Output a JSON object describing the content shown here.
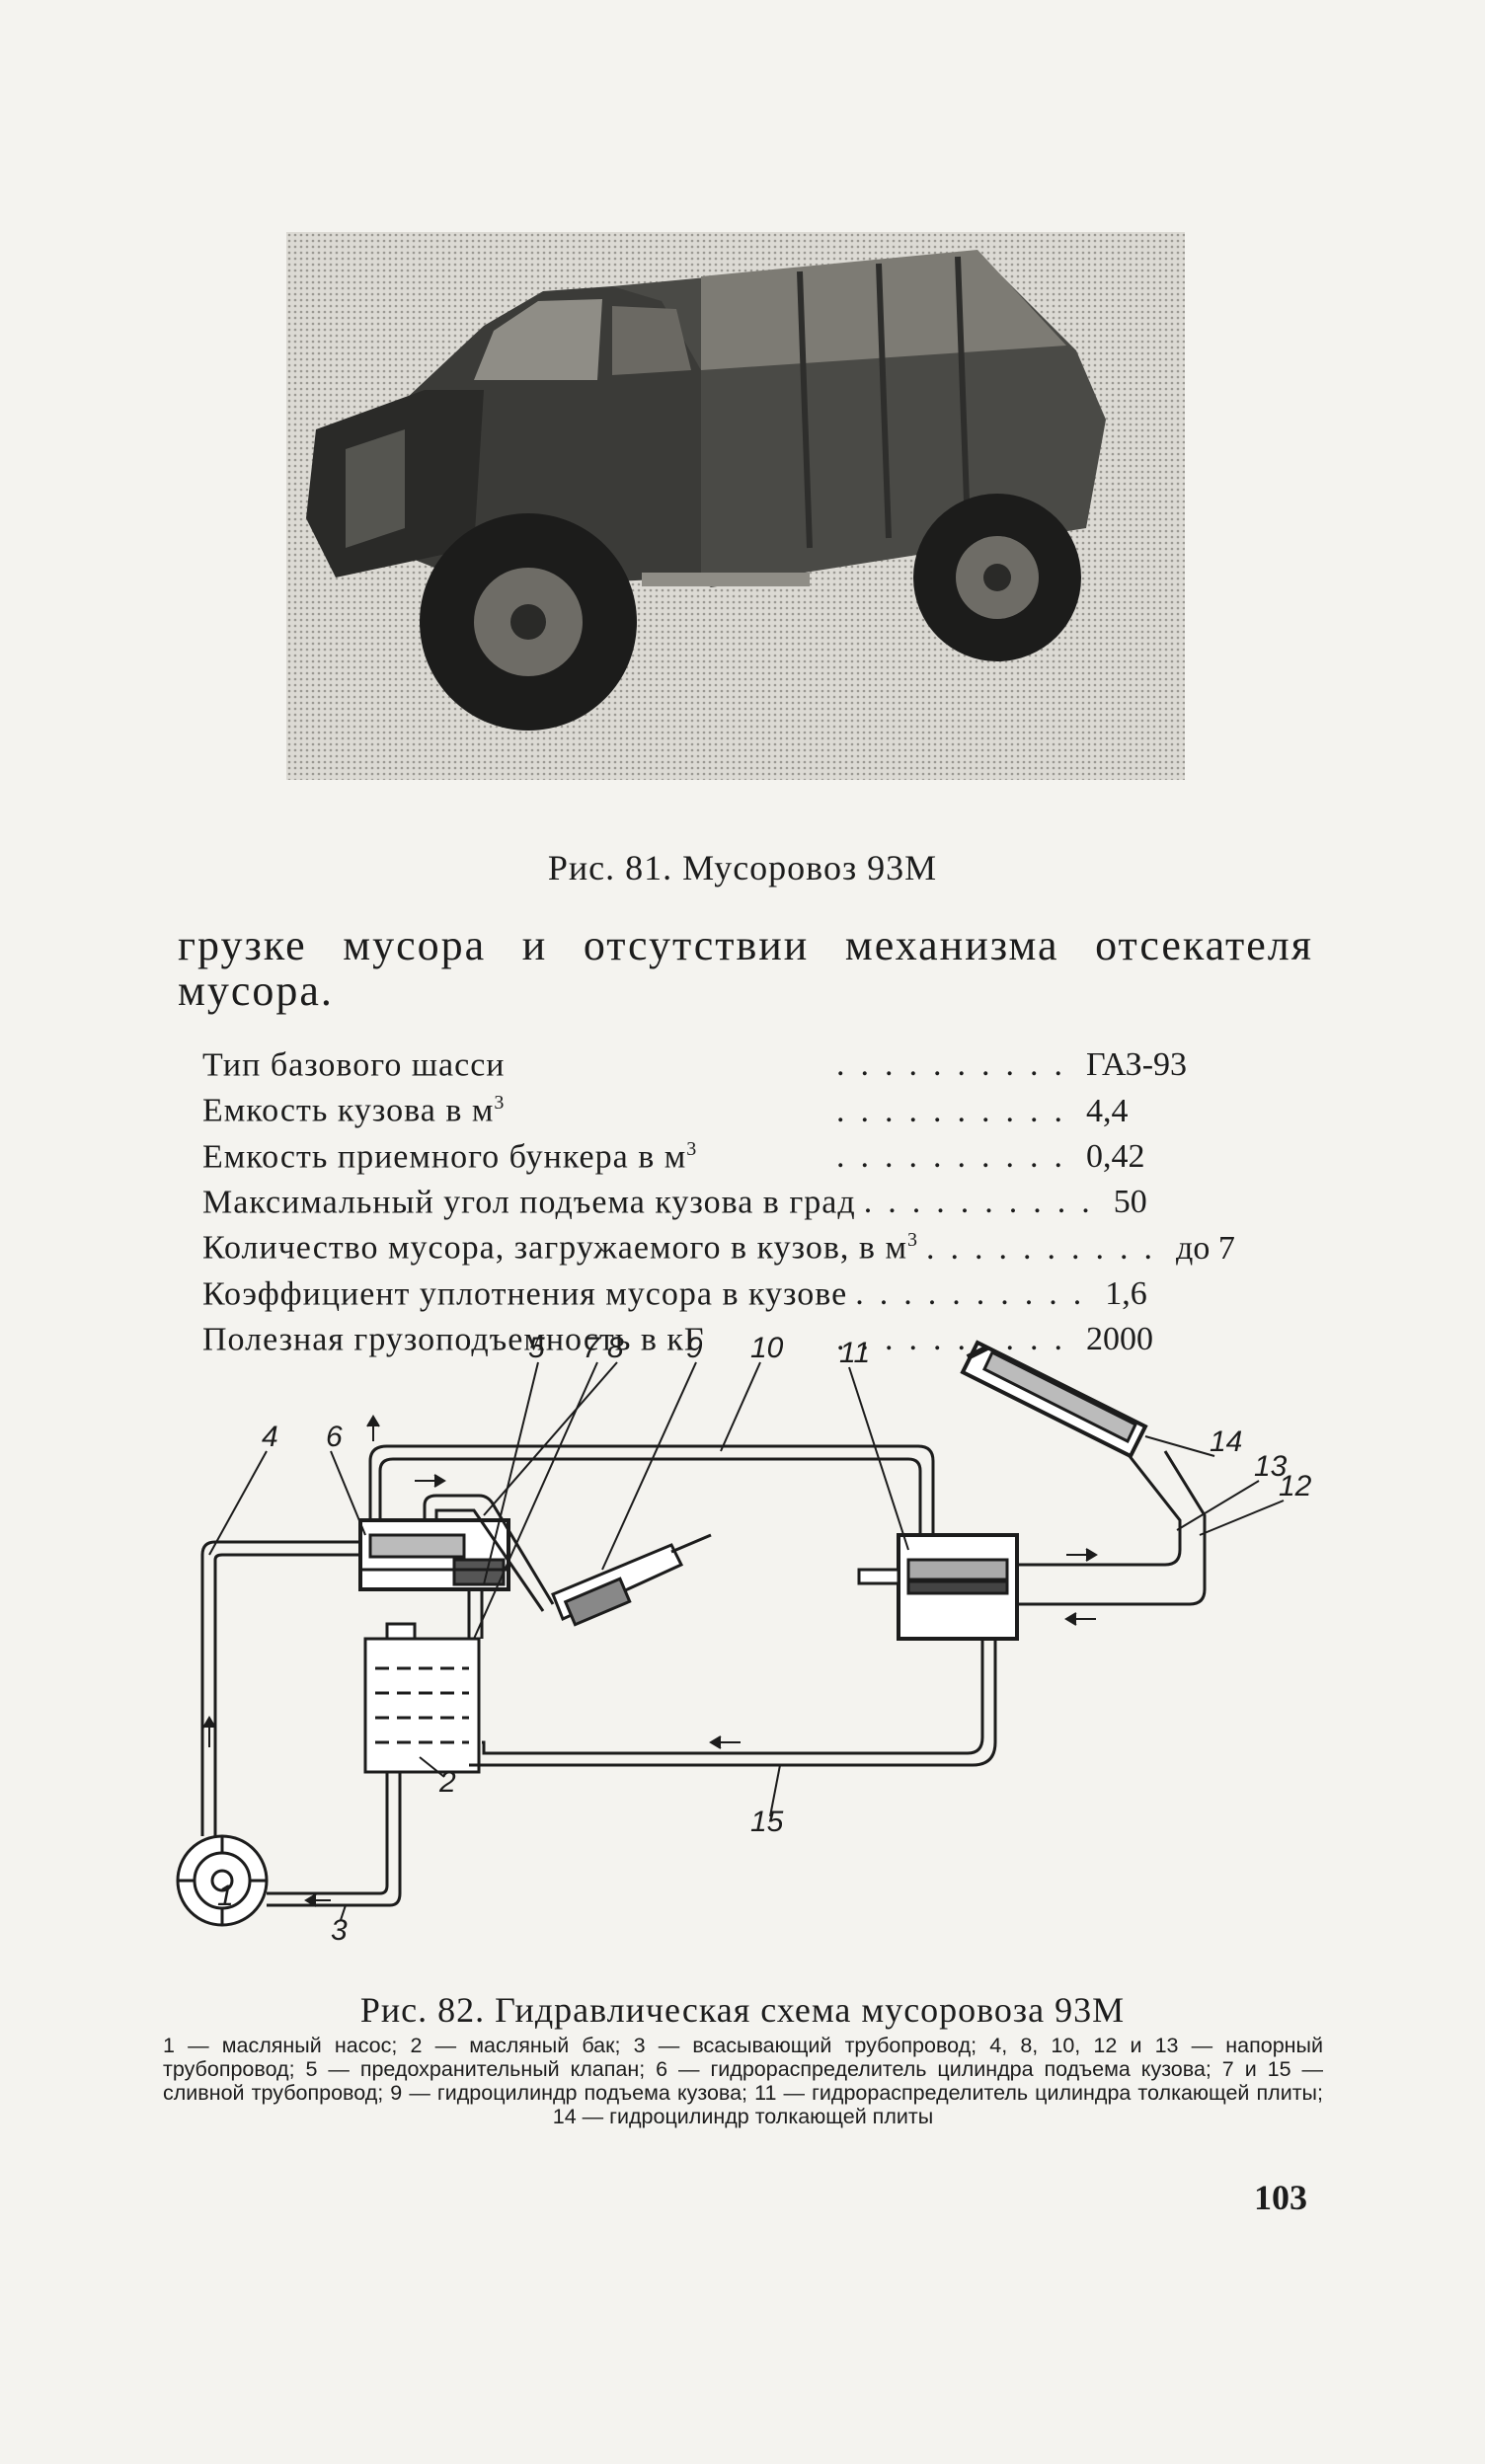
{
  "figure81": {
    "caption": "Рис. 81. Мусоровоз 93М"
  },
  "body_text": {
    "line1_words": [
      "грузке",
      "мусора",
      "и",
      "отсутствии",
      "механизма",
      "отсекателя"
    ],
    "line2": "мусора."
  },
  "specs": [
    {
      "label": "Тип базового шасси",
      "unit": "",
      "value": "ГАЗ-93"
    },
    {
      "label": "Емкость кузова в м",
      "unit": "3",
      "value": "4,4"
    },
    {
      "label": "Емкость приемного бункера в м",
      "unit": "3",
      "value": "0,42"
    },
    {
      "label": "Максимальный угол подъема кузова в град",
      "unit": "",
      "value": "50"
    },
    {
      "label": "Количество мусора, загружаемого в кузов, в м",
      "unit": "3",
      "value": "до 7"
    },
    {
      "label": "Коэффициент уплотнения мусора в кузове",
      "unit": "",
      "value": "1,6"
    },
    {
      "label": "Полезная грузоподъемность в кГ",
      "unit": "",
      "value": "2000"
    }
  ],
  "diagram_labels": {
    "n1": "1",
    "n2": "2",
    "n3": "3",
    "n4": "4",
    "n5": "5",
    "n6": "6",
    "n7": "7",
    "n8": "8",
    "n9": "9",
    "n10": "10",
    "n11": "11",
    "n12": "12",
    "n13": "13",
    "n14": "14",
    "n15": "15"
  },
  "figure82": {
    "caption": "Рис. 82. Гидравлическая схема мусоровоза 93М",
    "legend": "1 — масляный насос; 2 — масляный бак; 3 — всасывающий трубопровод; 4, 8, 10, 12 и 13 — напорный трубопровод; 5 — предохранительный клапан; 6 — гидрораспределитель цилиндра подъема кузова; 7 и 15 — сливной трубопровод; 9 — гидроцилиндр подъема кузова; 11 — гидрораспределитель цилиндра толкающей плиты; 14 — гидроцилиндр толкающей плиты"
  },
  "page_number": "103"
}
